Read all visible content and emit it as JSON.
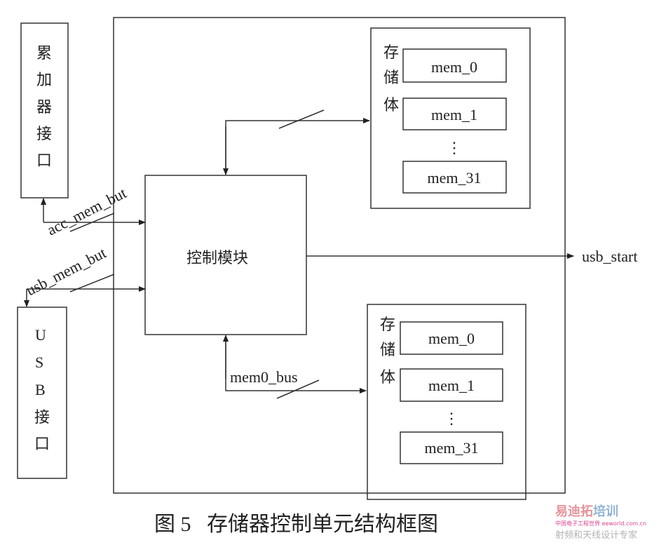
{
  "figure": {
    "caption": "图 5   存储器控制单元结构框图",
    "acc_interface": [
      "累",
      "加",
      "器",
      "接",
      "口"
    ],
    "usb_interface": [
      "U",
      "S",
      "B",
      "接",
      "口"
    ],
    "control_module": "控制模块",
    "memory_group_label": [
      "存",
      "储",
      "体"
    ],
    "top_memories": [
      "mem_0",
      "mem_1",
      "mem_31"
    ],
    "bottom_memories": [
      "mem_0",
      "mem_1",
      "mem_31"
    ],
    "ellipsis": "⋮",
    "signals": {
      "acc": "acc_mem_but",
      "usb": "usb_mem_but",
      "usb_start": "usb_start",
      "mem0_bus": "mem0_bus"
    }
  },
  "watermark": {
    "brand_a": "易迪拓",
    "brand_b": "培训",
    "slogan": "射频和天线设计专家",
    "site": "中国电子工程世界 eeworld.com.cn"
  }
}
